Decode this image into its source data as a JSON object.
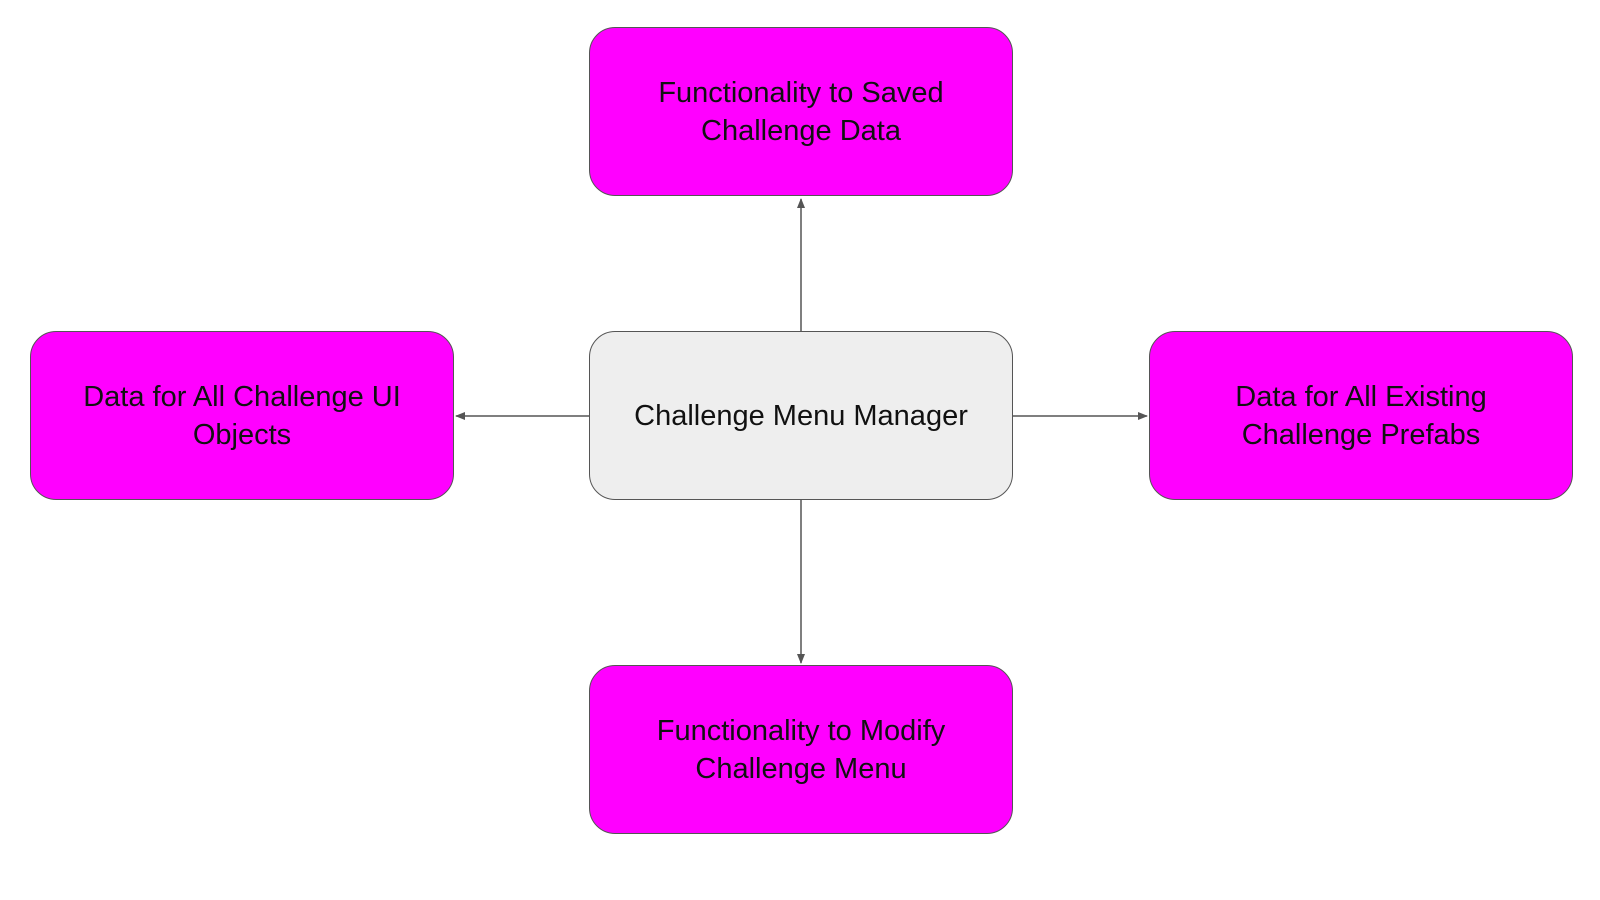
{
  "colors": {
    "hub_fill": "#eeeeee",
    "node_fill": "#ff00ff",
    "stroke": "#555555",
    "text": "#111111"
  },
  "nodes": {
    "hub": {
      "label": "Challenge Menu Manager"
    },
    "top": {
      "label": "Functionality to Saved\nChallenge Data"
    },
    "left": {
      "label": "Data for All Challenge UI\nObjects"
    },
    "right": {
      "label": "Data for All Existing\nChallenge Prefabs"
    },
    "bottom": {
      "label": "Functionality to Modify\nChallenge Menu"
    }
  }
}
